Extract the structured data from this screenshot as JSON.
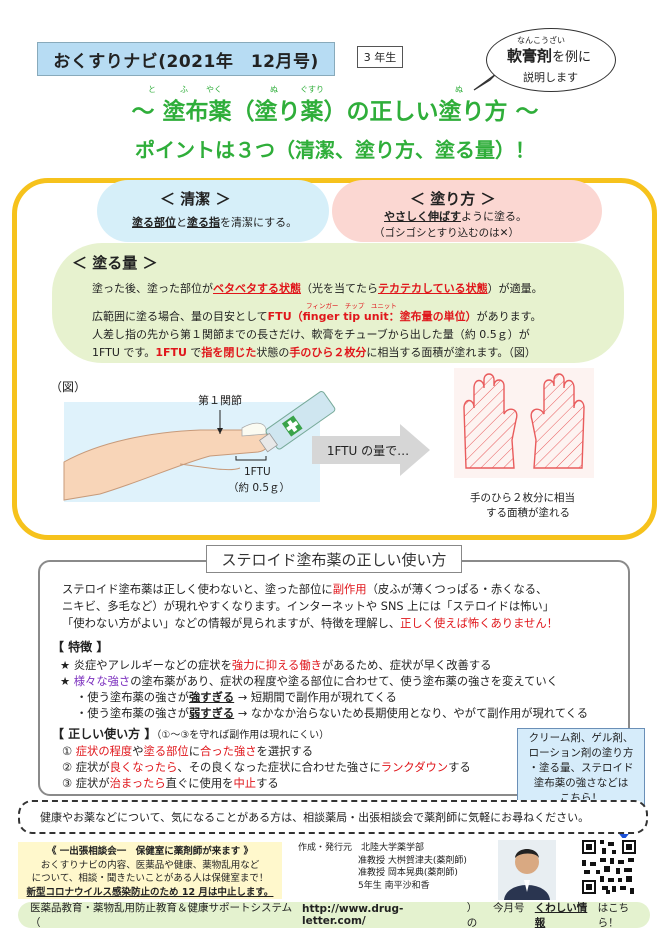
{
  "header": {
    "title": "おくすりナビ(2021年　12月号)",
    "grade": "3 年生",
    "bubble_ruby": "なんこうざい",
    "bubble_line1_a": "軟膏剤",
    "bubble_line1_b": "を例に",
    "bubble_line2": "説明します"
  },
  "main_title": {
    "text": "～ 塗布薬（塗り薬）の正しい塗り方 ～",
    "ruby": [
      "と",
      "ふ",
      "やく",
      "ぬ",
      "ぐすり",
      "ぬ"
    ],
    "subtitle": "ポイントは３つ（清潔、塗り方、塗る量）！"
  },
  "clean": {
    "heading": "＜ 清潔 ＞",
    "text_a": "塗る部位",
    "text_b": "と",
    "text_c": "塗る指",
    "text_d": "を清潔にする。"
  },
  "apply": {
    "heading": "＜ 塗り方 ＞",
    "text_a": "やさしく伸ばす",
    "text_b": "ように塗る。",
    "note": "（ゴシゴシとすり込むのは✕）"
  },
  "amount": {
    "heading": "＜ 塗る量 ＞",
    "p1_a": "塗った後、塗った部位が",
    "p1_b": "ベタベタする状態",
    "p1_c": "（光を当てたら",
    "p1_d": "テカテカしている状態",
    "p1_e": "）が適量。",
    "ftu_ruby": "フィンガー　チップ　ユニット",
    "p2_a": "広範囲に塗る場合、量の目安として",
    "p2_b": "FTU（finger tip unit：塗布量の単位）",
    "p2_c": "があります。",
    "p3": "人差し指の先から第１関節までの長さだけ、軟膏をチューブから出した量（約 0.5ｇ）が",
    "p4_a": "1FTU です。",
    "p4_b": "1FTU",
    "p4_c": " で",
    "p4_d": "指を閉じた",
    "p4_e": "状態の",
    "p4_f": "手のひら２枚分",
    "p4_g": "に相当する面積が塗れます。（図）"
  },
  "figure": {
    "label": "（図）",
    "joint_label": "第１関節",
    "ftu_label": "1FTU",
    "ftu_weight": "（約 0.5ｇ）",
    "arrow_text": "1FTU の量で…",
    "palm_line1": "手のひら２枚分に相当",
    "palm_line2": "する面積が塗れる"
  },
  "steroid": {
    "title": "ステロイド塗布薬の正しい使い方",
    "intro1_a": "ステロイド塗布薬は正しく使わないと、塗った部位に",
    "intro1_b": "副作用",
    "intro1_c": "（皮ふが薄くつっぱる・赤くなる、",
    "intro2": "ニキビ、多毛など）が現れやすくなります。インターネットや SNS 上には「ステロイドは怖い」",
    "intro3_a": "「使わない方がよい」などの情報が見られますが、特徴を理解し、",
    "intro3_b": "正しく使えば怖くありません！",
    "feature_heading": "【 特徴 】",
    "f1_a": "★ 炎症やアレルギーなどの症状を",
    "f1_b": "強力に抑える働き",
    "f1_c": "があるため、症状が早く改善する",
    "f2_a": "★ ",
    "f2_b": "様々な強さ",
    "f2_c": "の塗布薬があり、症状の程度や塗る部位に合わせて、使う塗布薬の強さを変えていく",
    "f3_a": "・使う塗布薬の強さが",
    "f3_b": "強すぎる",
    "f3_c": " → 短期間で副作用が現れてくる",
    "f4_a": "・使う塗布薬の強さが",
    "f4_b": "弱すぎる",
    "f4_c": " → なかなか治らないため長期使用となり、やがて副作用が現れてくる",
    "usage_heading": "【 正しい使い方 】",
    "usage_note": "（①～③を守れば副作用は現れにくい）",
    "u1_a": "① ",
    "u1_b": "症状の程度",
    "u1_c": "や",
    "u1_d": "塗る部位",
    "u1_e": "に",
    "u1_f": "合った強さ",
    "u1_g": "を選択する",
    "u2_a": "② 症状が",
    "u2_b": "良くなったら",
    "u2_c": "、その良くなった症状に合わせた強さに",
    "u2_d": "ランクダウン",
    "u2_e": "する",
    "u3_a": "③ 症状が",
    "u3_b": "治まったら",
    "u3_c": "直ぐに使用を",
    "u3_d": "中止",
    "u3_e": "する"
  },
  "callout": {
    "l1": "クリーム剤、ゲル剤、",
    "l2": "ローション剤の塗り方",
    "l3": "・塗る量、ステロイド",
    "l4": "塗布薬の強さなどは",
    "l5": "こちら！"
  },
  "consult": {
    "text": "健康やお薬などについて、気になることがある方は、相談薬局・出張相談会で薬剤師に気軽にお尋ねください。"
  },
  "yellow": {
    "l1": "《 一出張相談会一　保健室に薬剤師が来ます 》",
    "l2": "おくすりナビの内容、医薬品や健康、薬物乱用など",
    "l3": "について、相談・聞きたいことがある人は保健室まで！",
    "l4": "新型コロナウイルス感染防止のため 12 月は中止します。"
  },
  "publisher": {
    "label": "作成・発行元",
    "org": "北陸大学薬学部",
    "p1": "准教授  大桝賀津夫(薬剤師)",
    "p2": "准教授  岡本晃典(薬剤師)",
    "p3": "5年生  南平沙和香"
  },
  "footer": {
    "left": "医薬品教育・薬物乱用防止教育＆健康サポートシステム（",
    "url": "http://www.drug-letter.com/",
    "mid": "）　　今月号の",
    "link": "くわしい情報",
    "right": "はこちら！"
  },
  "colors": {
    "accent_green": "#2fae3a",
    "frame_yellow": "#f6c21c",
    "emphasis_red": "#e0161b",
    "header_blue": "#b7dcf3"
  }
}
